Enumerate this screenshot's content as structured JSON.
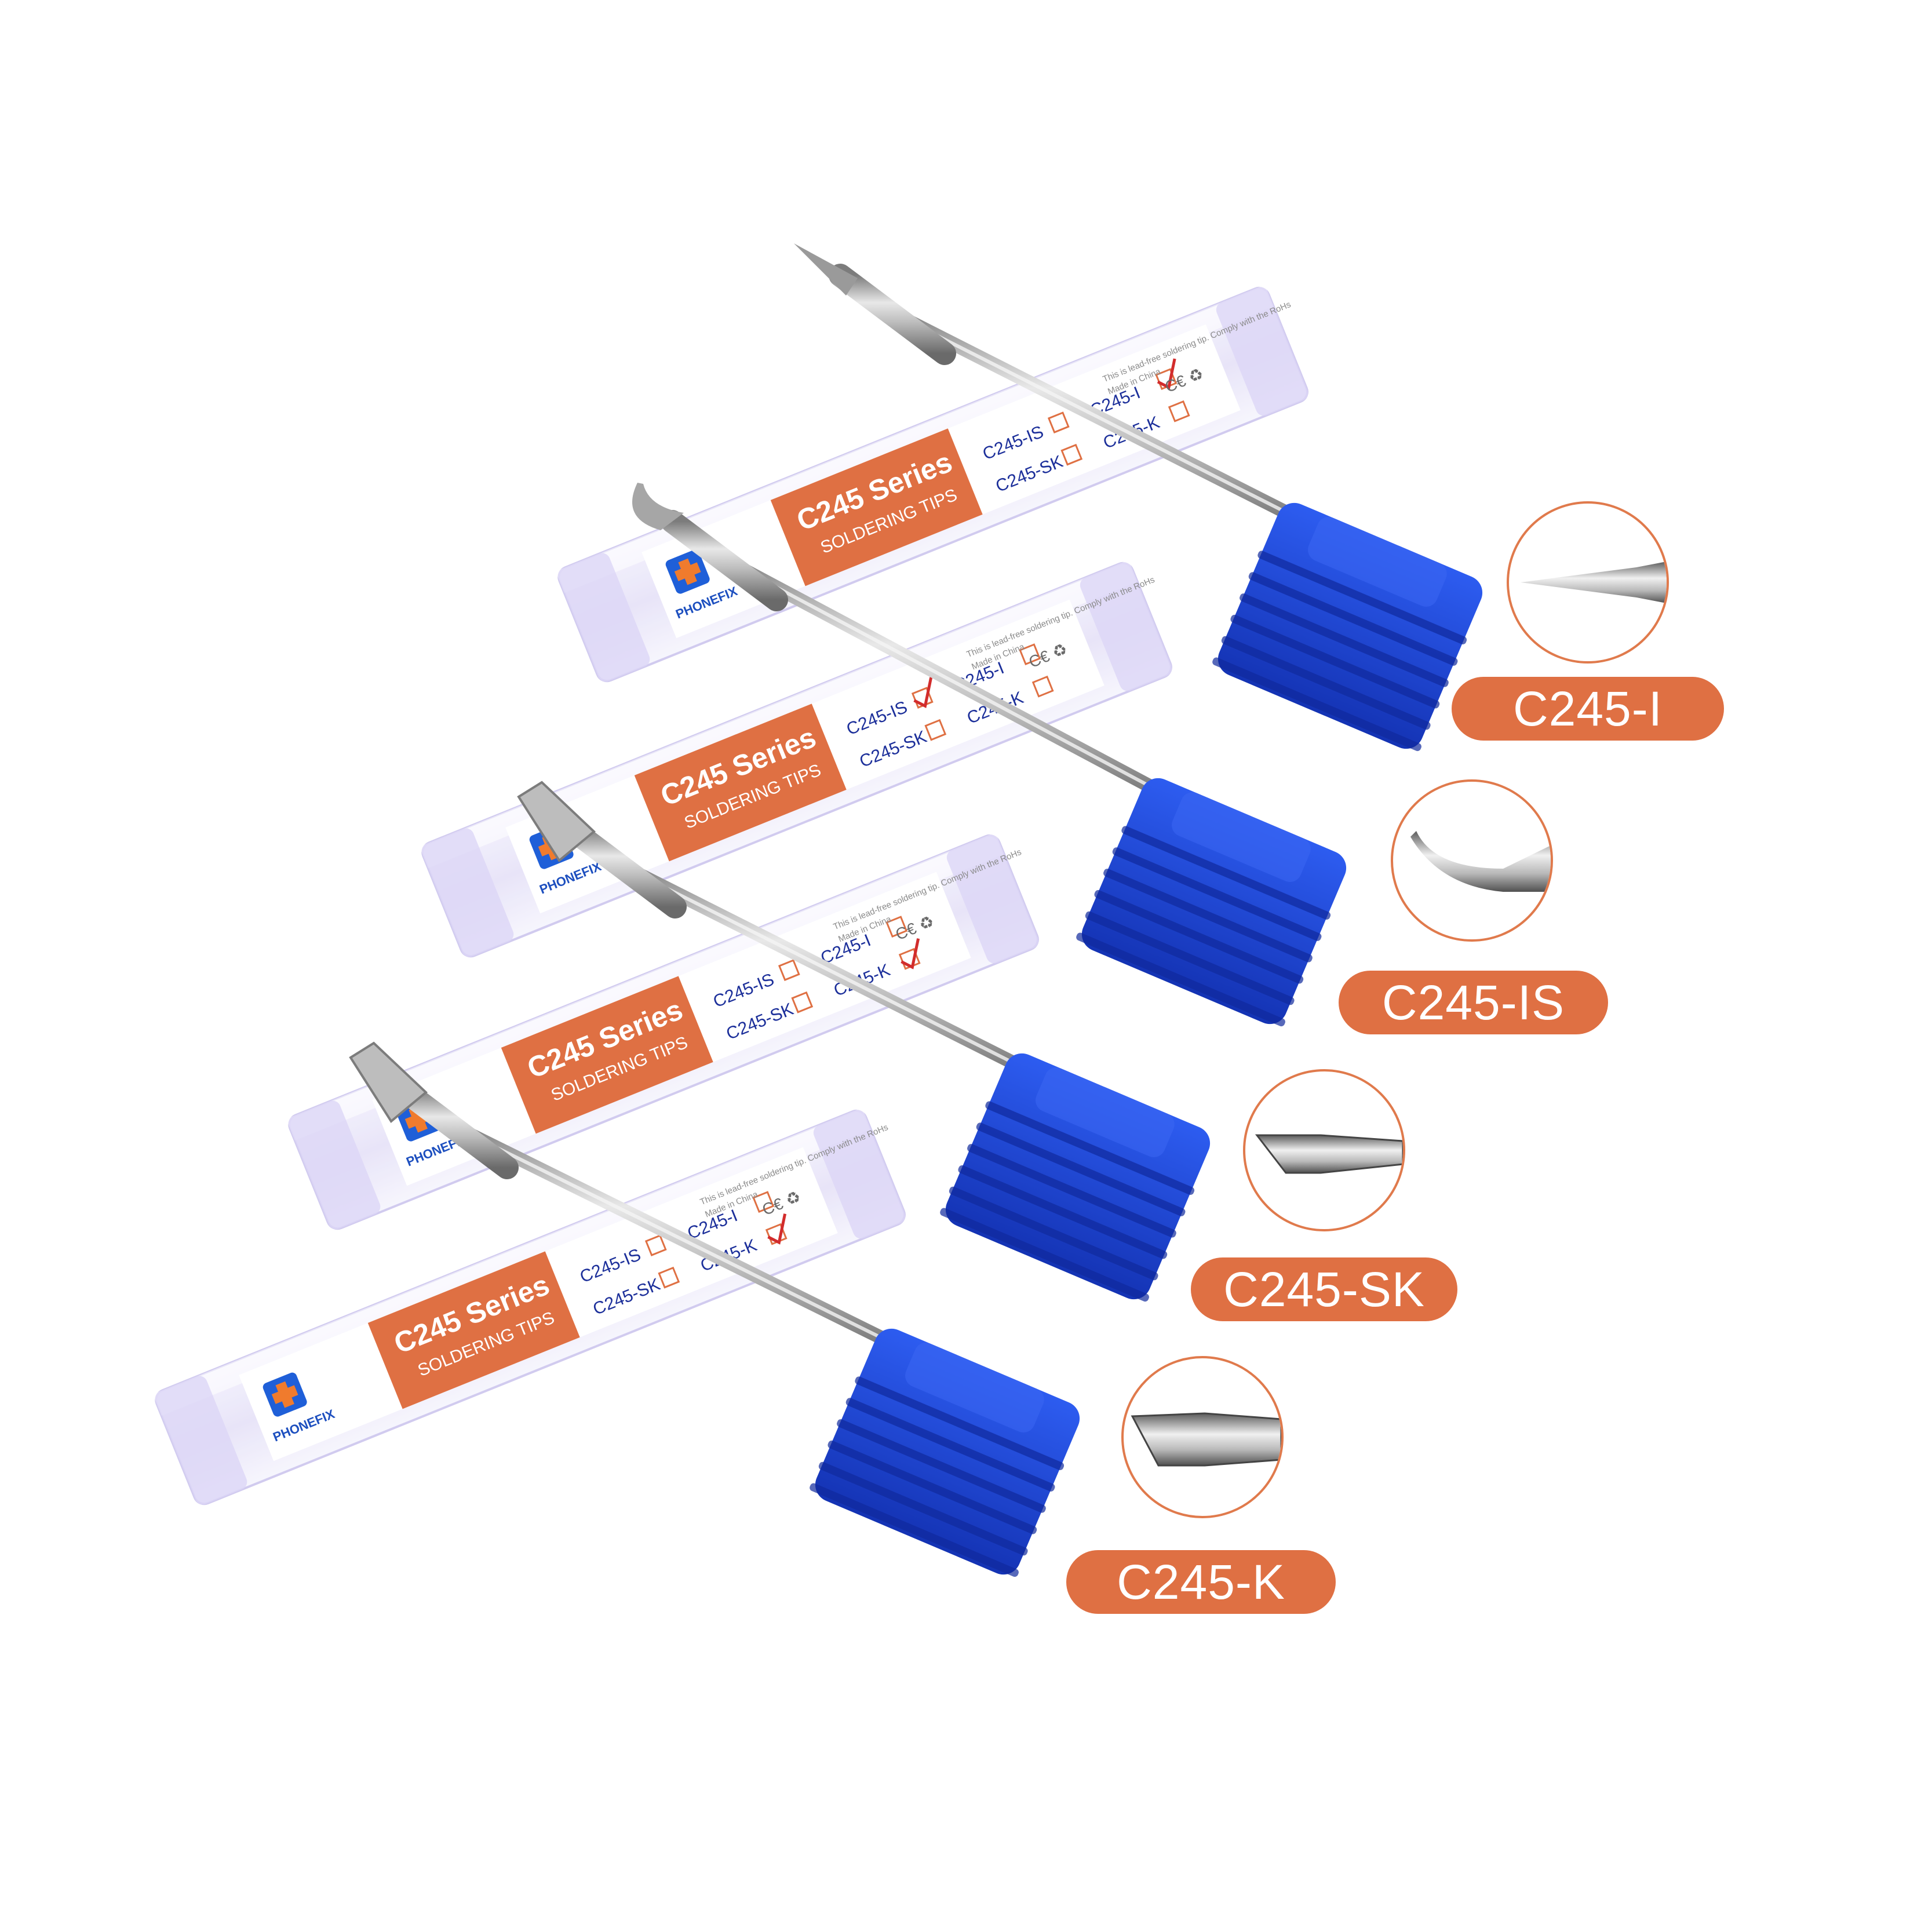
{
  "brand": "PHONEFIX",
  "series_title": "C245 Series",
  "series_subtitle": "SOLDERING TIPS",
  "checkbox_options": [
    "C245-IS",
    "C245-I",
    "C245-SK",
    "C245-K"
  ],
  "label_note": "This is lead-free soldering tip. Comply with the RoHs",
  "origin_note": "Made in China",
  "colors": {
    "accent_orange": "#df7043",
    "handle_blue": "#1e45d6",
    "box_tint": "#ece9fb",
    "check_red": "#d22c2c"
  },
  "products": [
    {
      "model": "C245-I",
      "checked": "C245-I",
      "tip_shape": "fine-conical"
    },
    {
      "model": "C245-IS",
      "checked": "C245-IS",
      "tip_shape": "bent-conical"
    },
    {
      "model": "C245-SK",
      "checked": "C245-K",
      "tip_shape": "small-knife"
    },
    {
      "model": "C245-K",
      "checked": "C245-K",
      "tip_shape": "knife"
    }
  ]
}
